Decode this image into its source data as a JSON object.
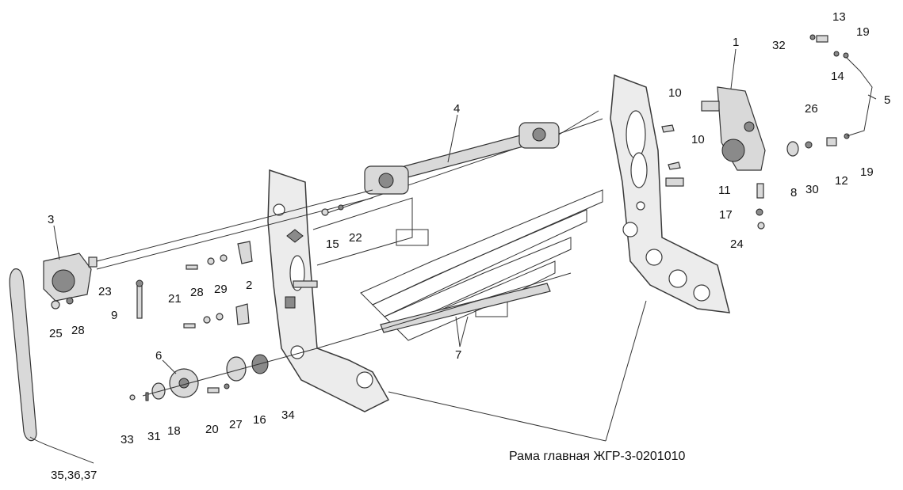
{
  "caption": "Рама главная ЖГР-3-0201010",
  "callouts": [
    {
      "id": "c1",
      "text": "1"
    },
    {
      "id": "c2",
      "text": "2"
    },
    {
      "id": "c3",
      "text": "3"
    },
    {
      "id": "c4",
      "text": "4"
    },
    {
      "id": "c5",
      "text": "5"
    },
    {
      "id": "c6",
      "text": "6"
    },
    {
      "id": "c7",
      "text": "7"
    },
    {
      "id": "c8",
      "text": "8"
    },
    {
      "id": "c9",
      "text": "9"
    },
    {
      "id": "c10a",
      "text": "10"
    },
    {
      "id": "c10b",
      "text": "10"
    },
    {
      "id": "c11",
      "text": "11"
    },
    {
      "id": "c12",
      "text": "12"
    },
    {
      "id": "c13",
      "text": "13"
    },
    {
      "id": "c14",
      "text": "14"
    },
    {
      "id": "c15",
      "text": "15"
    },
    {
      "id": "c16",
      "text": "16"
    },
    {
      "id": "c17",
      "text": "17"
    },
    {
      "id": "c18",
      "text": "18"
    },
    {
      "id": "c19a",
      "text": "19"
    },
    {
      "id": "c19b",
      "text": "19"
    },
    {
      "id": "c20",
      "text": "20"
    },
    {
      "id": "c21",
      "text": "21"
    },
    {
      "id": "c22",
      "text": "22"
    },
    {
      "id": "c23",
      "text": "23"
    },
    {
      "id": "c24",
      "text": "24"
    },
    {
      "id": "c25",
      "text": "25"
    },
    {
      "id": "c26",
      "text": "26"
    },
    {
      "id": "c27",
      "text": "27"
    },
    {
      "id": "c28a",
      "text": "28"
    },
    {
      "id": "c28b",
      "text": "28"
    },
    {
      "id": "c29",
      "text": "29"
    },
    {
      "id": "c30",
      "text": "30"
    },
    {
      "id": "c31",
      "text": "31"
    },
    {
      "id": "c32",
      "text": "32"
    },
    {
      "id": "c33",
      "text": "33"
    },
    {
      "id": "c34",
      "text": "34"
    },
    {
      "id": "c35",
      "text": "35,36,37"
    }
  ]
}
